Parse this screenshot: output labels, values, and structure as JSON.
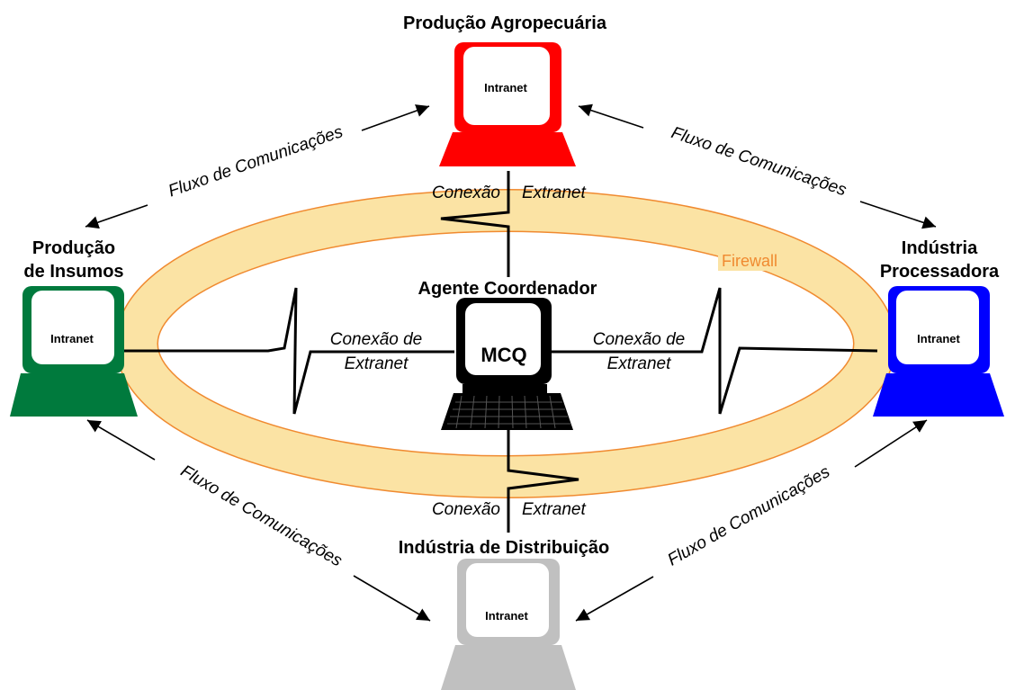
{
  "nodes": {
    "top": {
      "title": "Produção Agropecuária",
      "screen": "Intranet",
      "color": "#ff0000"
    },
    "left": {
      "title_line1": "Produção",
      "title_line2": "de Insumos",
      "screen": "Intranet",
      "color": "#007a3d"
    },
    "right": {
      "title_line1": "Indústria",
      "title_line2": "Processadora",
      "screen": "Intranet",
      "color": "#0000ff"
    },
    "bottom": {
      "title": "Indústria de Distribuição",
      "screen": "Intranet",
      "color": "#c0c0c0"
    },
    "center": {
      "title": "Agente Coordenador",
      "screen": "MCQ",
      "color": "#000000"
    }
  },
  "connections": {
    "top_word1": "Conexão",
    "top_word2": "Extranet",
    "bottom_word1": "Conexão",
    "bottom_word2": "Extranet",
    "left_line1": "Conexão de",
    "left_line2": "Extranet",
    "right_line1": "Conexão de",
    "right_line2": "Extranet"
  },
  "flows": {
    "top_left": "Fluxo de Comunicações",
    "top_right": "Fluxo de Comunicações",
    "bottom_left": "Fluxo de Comunicações",
    "bottom_right": "Fluxo de Comunicações"
  },
  "firewall": {
    "label": "Firewall",
    "fill": "#fbe3a4",
    "stroke": "#f08a30"
  }
}
